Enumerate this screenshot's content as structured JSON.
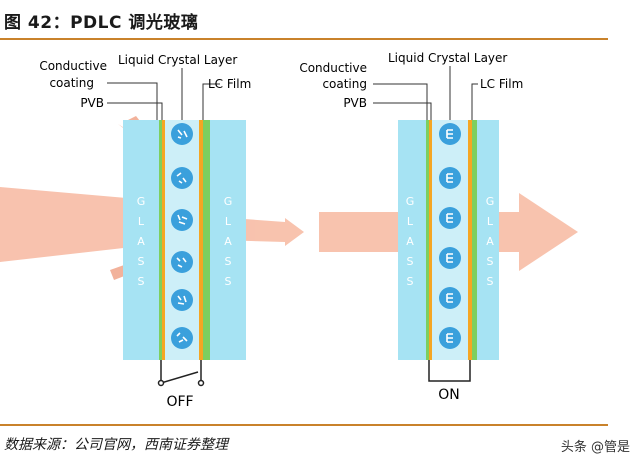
{
  "figure": {
    "title": "图 42：PDLC 调光玻璃",
    "source": "数据来源：公司官网，西南证券整理",
    "watermark": "头条 @管是"
  },
  "diagram": {
    "labels": {
      "conductive_coating": [
        "Conductive",
        "coating"
      ],
      "liquid_crystal_layer": "Liquid Crystal Layer",
      "lc_film": "LC Film",
      "pvb": "PVB"
    },
    "glass_letters": [
      "G",
      "L",
      "A",
      "S",
      "S"
    ],
    "left_panel": {
      "state_label": "OFF",
      "switch": "open",
      "light": "scattered"
    },
    "right_panel": {
      "state_label": "ON",
      "switch": "closed",
      "light": "transmitted"
    },
    "colors": {
      "glass": "#a6e3f3",
      "conductive_coating": "#7dcf5f",
      "pvb": "#f5a623",
      "lc_layer": "#cdeff8",
      "droplet": "#3aa0dc",
      "light": "#f5b99f",
      "rule": "#c9822b"
    }
  }
}
